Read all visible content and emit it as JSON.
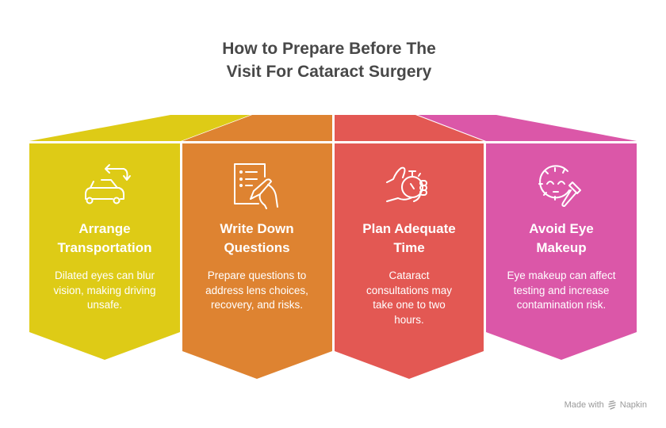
{
  "title": {
    "line1": "How to Prepare Before The",
    "line2": "Visit For Cataract Surgery"
  },
  "steps": [
    {
      "heading_line1": "Arrange",
      "heading_line2": "Transportation",
      "description": "Dilated eyes can blur vision, making driving unsafe.",
      "icon": "car-route-icon",
      "color": "#DECB16"
    },
    {
      "heading_line1": "Write Down",
      "heading_line2": "Questions",
      "description": "Prepare questions to address lens choices, recovery, and risks.",
      "icon": "checklist-writing-icon",
      "color": "#DE8331"
    },
    {
      "heading_line1": "Plan Adequate",
      "heading_line2": "Time",
      "description": "Cataract consultations may take one to two hours.",
      "icon": "stopwatch-hand-icon",
      "color": "#E35853"
    },
    {
      "heading_line1": "Avoid Eye",
      "heading_line2": "Makeup",
      "description": "Eye makeup can affect testing and increase contamination risk.",
      "icon": "face-makeup-brush-icon",
      "color": "#DB57A8"
    }
  ],
  "footer": {
    "made_with": "Made with",
    "brand": "Napkin"
  }
}
